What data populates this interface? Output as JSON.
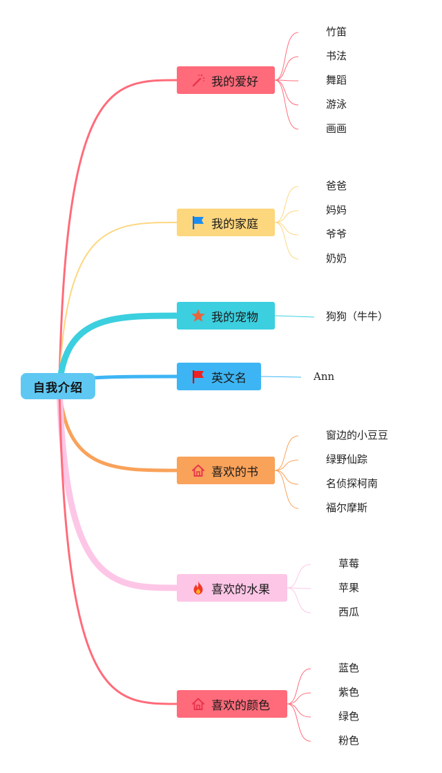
{
  "root": {
    "label": "自我介绍",
    "color": "#5fc8f2"
  },
  "branches": [
    {
      "label": "我的爱好",
      "color": "#ff6b7a",
      "icon": "magic-wand-icon",
      "leaves": [
        "竹笛",
        "书法",
        "舞蹈",
        "游泳",
        "画画"
      ]
    },
    {
      "label": "我的家庭",
      "color": "#fdd77e",
      "icon": "blue-flag-icon",
      "leaves": [
        "爸爸",
        "妈妈",
        "爷爷",
        "奶奶"
      ]
    },
    {
      "label": "我的宠物",
      "color": "#3ccfdf",
      "icon": "star-icon",
      "leaves": [
        "狗狗（牛牛）"
      ]
    },
    {
      "label": "英文名",
      "color": "#3db5f4",
      "icon": "red-flag-icon",
      "leaves": [
        "Ann"
      ]
    },
    {
      "label": "喜欢的书",
      "color": "#f9a25a",
      "icon": "house-icon",
      "leaves": [
        "窗边的小豆豆",
        "绿野仙踪",
        "名侦探柯南",
        "福尔摩斯"
      ]
    },
    {
      "label": "喜欢的水果",
      "color": "#fdc6e6",
      "icon": "fire-icon",
      "leaves": [
        "草莓",
        "苹果",
        "西瓜"
      ]
    },
    {
      "label": "喜欢的颜色",
      "color": "#ff6b7a",
      "icon": "house-icon",
      "leaves": [
        "蓝色",
        "紫色",
        "绿色",
        "粉色"
      ]
    }
  ]
}
